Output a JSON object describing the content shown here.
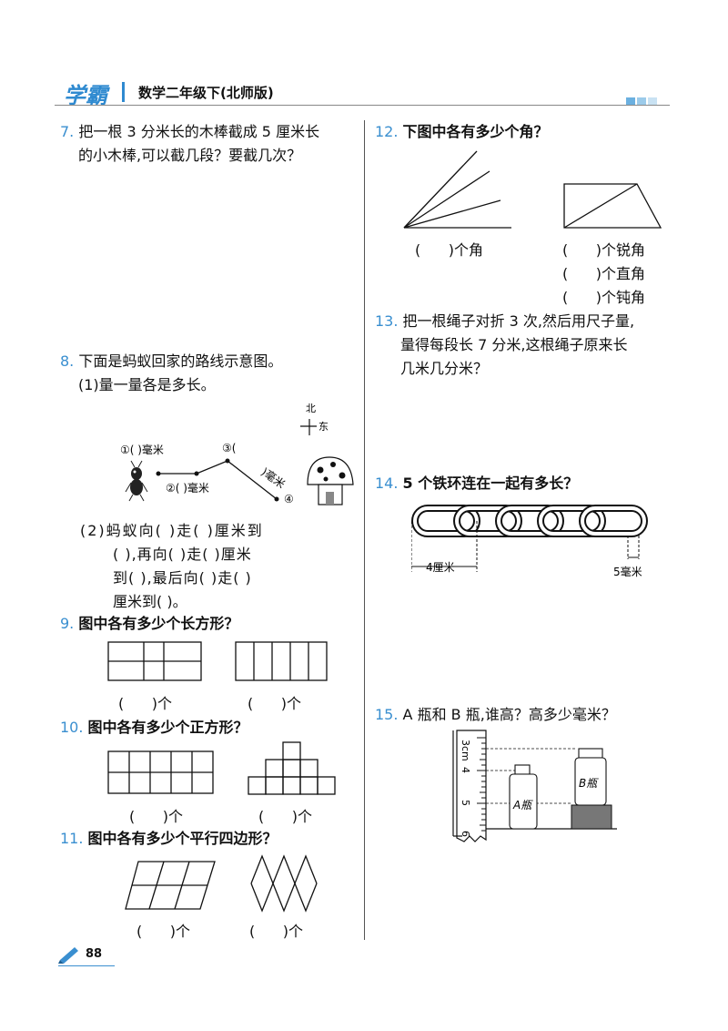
{
  "header": {
    "logo": "学霸",
    "book_title": "数学二年级下(北师版)"
  },
  "questions": {
    "q7": {
      "num": "7.",
      "line1": "把一根 3 分米长的木棒截成 5 厘米长",
      "line2": "的小木棒,可以截几段？要截几次？"
    },
    "q8": {
      "num": "8.",
      "text": "下面是蚂蚁回家的路线示意图。",
      "sub1": "(1)量一量各是多长。",
      "compass_north": "北",
      "compass_east": "东",
      "seg1": "①(    )毫米",
      "seg2": "②(    )毫米",
      "seg3": "③(",
      "seg3b": ")毫米",
      "seg4": "④",
      "sub2_l1": "(2)蚂蚁向(    )走(    )厘米到",
      "sub2_l2": "(    ),再向(    )走(    )厘米",
      "sub2_l3": "到(    ),最后向(    )走(    )",
      "sub2_l4": "厘米到(    )。"
    },
    "q9": {
      "num": "9.",
      "text": "图中各有多少个长方形？",
      "ans1": "(      )个",
      "ans2": "(      )个"
    },
    "q10": {
      "num": "10.",
      "text": "图中各有多少个正方形？",
      "ans1": "(      )个",
      "ans2": "(      )个"
    },
    "q11": {
      "num": "11.",
      "text": "图中各有多少个平行四边形？",
      "ans1": "(      )个",
      "ans2": "(      )个"
    },
    "q12": {
      "num": "12.",
      "text": "下图中各有多少个角？",
      "ans1": "(      )个角",
      "ans2": "(      )个锐角",
      "ans3": "(      )个直角",
      "ans4": "(      )个钝角"
    },
    "q13": {
      "num": "13.",
      "line1": "把一根绳子对折 3 次,然后用尺子量,",
      "line2": "量得每段长 7 分米,这根绳子原来长",
      "line3": "几米几分米？"
    },
    "q14": {
      "num": "14.",
      "text": "5 个铁环连在一起有多长？",
      "label1": "4厘米",
      "label2": "5毫米"
    },
    "q15": {
      "num": "15.",
      "text": "A 瓶和 B 瓶,谁高？高多少毫米？",
      "ruler": [
        "3cm",
        "4",
        "5",
        "6"
      ],
      "bottle_a": "A瓶",
      "bottle_b": "B瓶"
    }
  },
  "footer": {
    "page_number": "88"
  },
  "colors": {
    "accent": "#3a8fd0",
    "divider": "#555555"
  }
}
